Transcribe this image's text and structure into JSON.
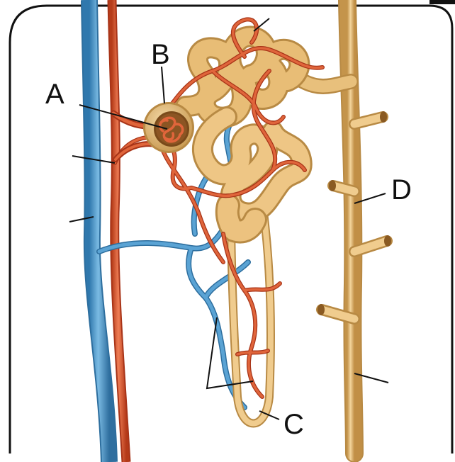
{
  "labels": {
    "a": "A",
    "b": "B",
    "c": "C",
    "d": "D"
  },
  "colors": {
    "vein": "#4d97c8",
    "vein_dark": "#2d6e9e",
    "artery": "#d9522b",
    "artery_dark": "#a83418",
    "tubule": "#e2b56e",
    "tubule_dark": "#b88a44",
    "tubule_light": "#f3d49c",
    "frame": "#111111"
  }
}
